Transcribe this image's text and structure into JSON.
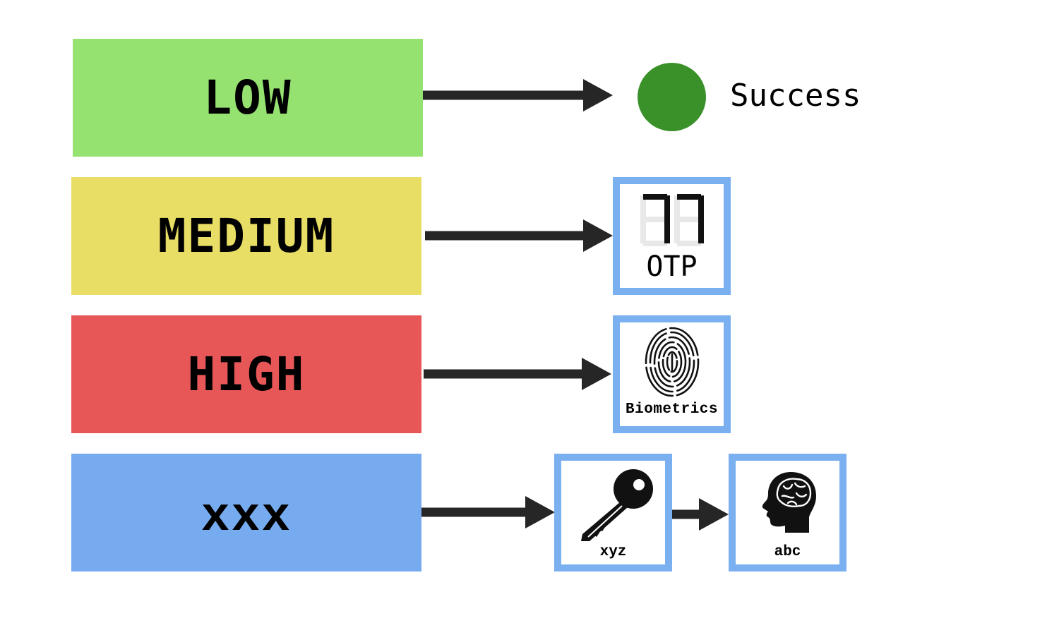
{
  "levels": {
    "low": "LOW",
    "medium": "MEDIUM",
    "high": "HIGH",
    "xxx": "xxx"
  },
  "outcomes": {
    "success": "Success",
    "otp": "OTP",
    "otp_digits": "77",
    "biometrics": "Biometrics",
    "xyz": "xyz",
    "abc": "abc"
  },
  "icons": [
    "otp-display-icon",
    "fingerprint-icon",
    "key-icon",
    "brain-head-icon",
    "success-dot-icon",
    "arrow-icon"
  ],
  "colors": {
    "low": "#96e270",
    "medium": "#e8dd65",
    "high": "#e85757",
    "xxx": "#76abf0",
    "card_border": "#7aaff0",
    "success": "#3a912a",
    "arrow": "#262626"
  }
}
